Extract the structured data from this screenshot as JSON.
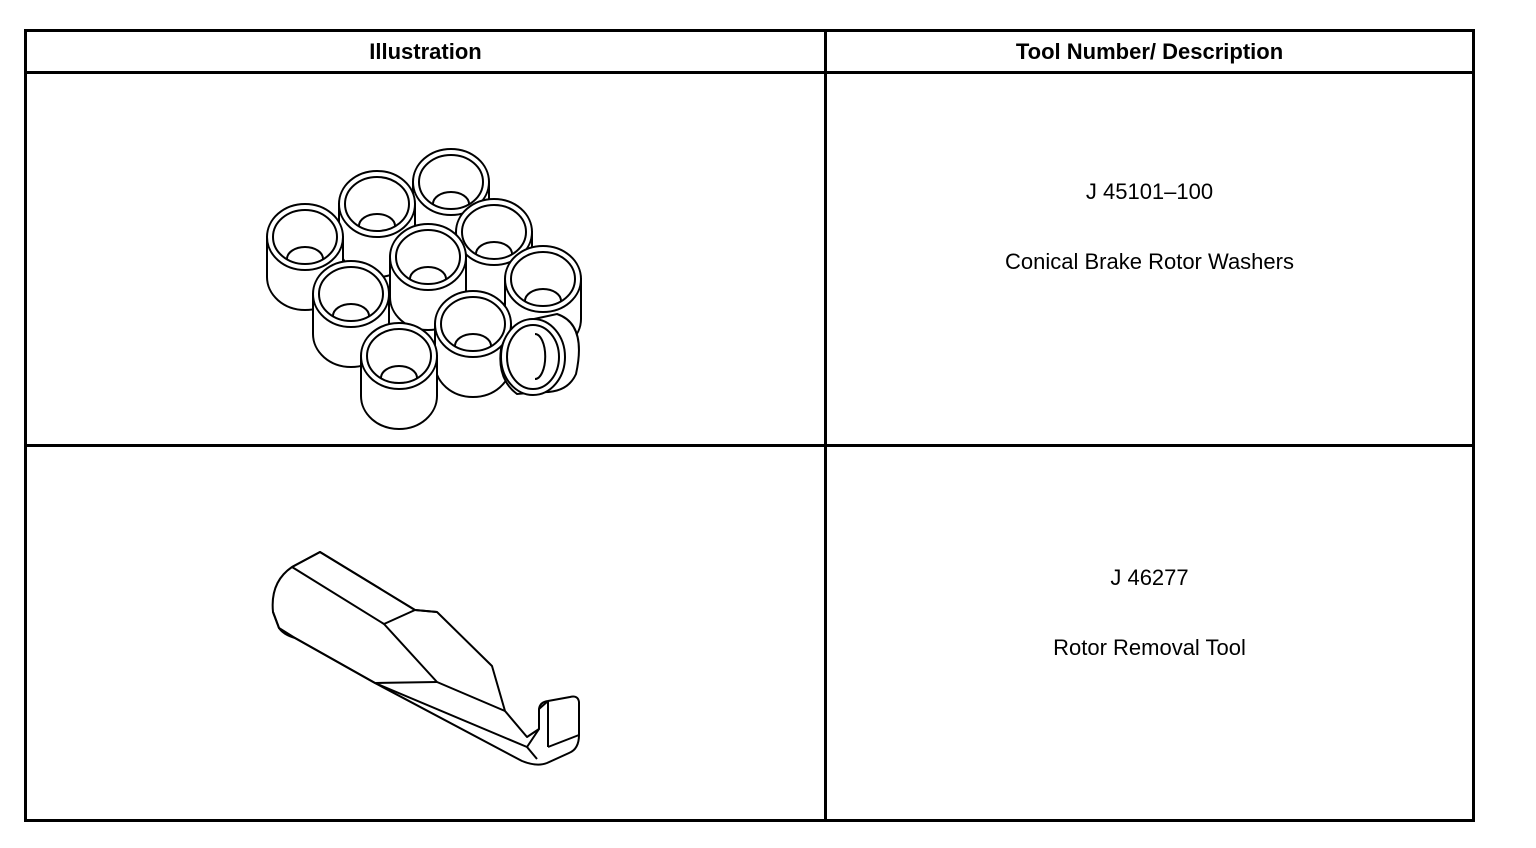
{
  "table": {
    "headers": {
      "illustration": "Illustration",
      "description": "Tool Number/ Description"
    },
    "rows": [
      {
        "tool_number": "J 45101–100",
        "description": "Conical Brake Rotor Washers",
        "illustration_icon": "conical-washers-icon"
      },
      {
        "tool_number": "J 46277",
        "description": "Rotor Removal Tool",
        "illustration_icon": "rotor-removal-tool-icon"
      }
    ]
  }
}
